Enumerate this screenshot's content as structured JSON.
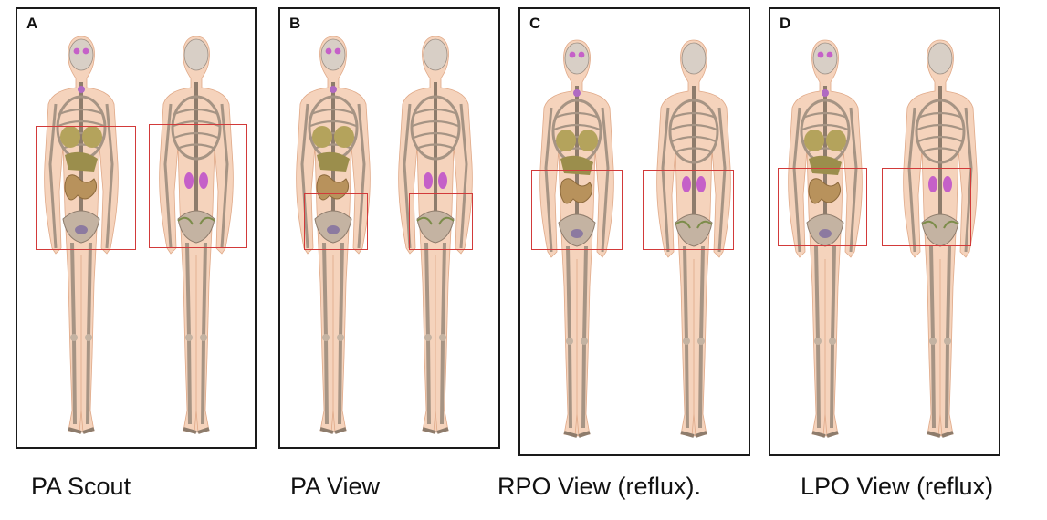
{
  "panels": [
    {
      "letter": "A",
      "caption": "PA Scout"
    },
    {
      "letter": "B",
      "caption": "PA View"
    },
    {
      "letter": "C",
      "caption": "RPO View (reflux)."
    },
    {
      "letter": "D",
      "caption": "LPO View (reflux)"
    }
  ],
  "colors": {
    "frame": "#1a1a1a",
    "roi_box": "#d23a3a",
    "skin": "#f1c4a6",
    "bone": "#a69484",
    "kidney_brain": "#c560c8",
    "liver_spleen": "#b4a35c",
    "intestine": "#b8925c"
  },
  "icons": [
    "anterior-phantom-figure",
    "posterior-phantom-figure"
  ]
}
